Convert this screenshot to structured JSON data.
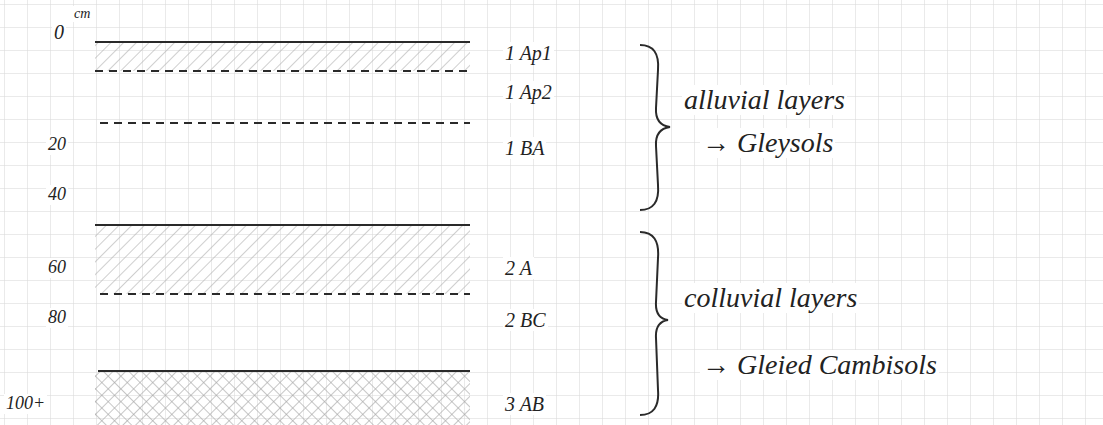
{
  "diagram": {
    "labels": [
      "0",
      "cm",
      "20",
      "40",
      "60",
      "80",
      "100+",
      "1 Ap1",
      "1 Ap2",
      "1 BA",
      "2 A",
      "2 BC",
      "3 AB",
      "alluvial layers",
      "→ Gleysols",
      "colluvial layers",
      "→ Gleied Cambisols"
    ]
  }
}
